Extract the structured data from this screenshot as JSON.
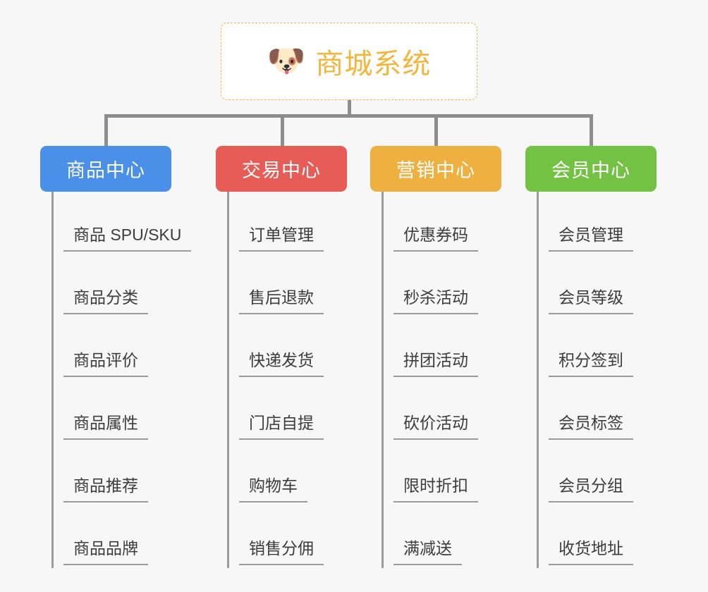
{
  "background_color": "#f7f7f7",
  "root": {
    "icon": "shiba-dog-face-emoji",
    "emoji": "🐶",
    "title": "商城系统",
    "text_color": "#f2b63c",
    "border_color": "#f0b64b"
  },
  "connector_color": "#8d8d8d",
  "columns": [
    {
      "title": "商品中心",
      "color": "#4a90e8",
      "items": [
        "商品 SPU/SKU",
        "商品分类",
        "商品评价",
        "商品属性",
        "商品推荐",
        "商品品牌"
      ]
    },
    {
      "title": "交易中心",
      "color": "#e75c56",
      "items": [
        "订单管理",
        "售后退款",
        "快递发货",
        "门店自提",
        "购物车",
        "销售分佣"
      ]
    },
    {
      "title": "营销中心",
      "color": "#eeb141",
      "items": [
        "优惠券码",
        "秒杀活动",
        "拼团活动",
        "砍价活动",
        "限时折扣",
        "满减送"
      ]
    },
    {
      "title": "会员中心",
      "color": "#74c244",
      "items": [
        "会员管理",
        "会员等级",
        "积分签到",
        "会员标签",
        "会员分组",
        "收货地址"
      ]
    }
  ]
}
